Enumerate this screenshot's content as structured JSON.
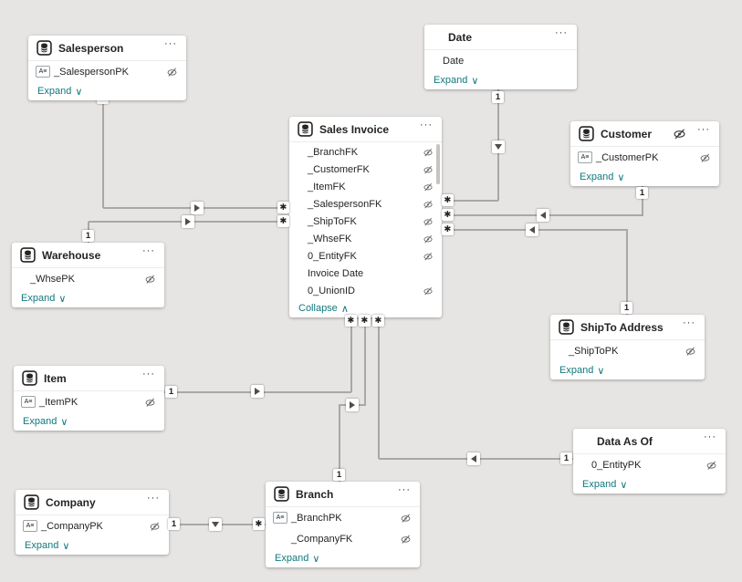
{
  "app": {
    "view": "Power BI model diagram"
  },
  "canvas": {
    "background": "#e7e5e3",
    "line_color": "#aaa7a4",
    "accent": "#11787d"
  },
  "markers": {
    "one": "1",
    "many": "✱"
  },
  "icons": {
    "ellipsis": "···",
    "text_field": "A≡"
  },
  "tables": [
    {
      "title": "Salesperson",
      "has_icon": true,
      "footer": "Expand",
      "chevron": "∨",
      "fields": [
        {
          "name": "_SalespersonPK",
          "key_icon": true,
          "hidden": true
        }
      ]
    },
    {
      "title": "Date",
      "has_icon": false,
      "footer": "Expand",
      "chevron": "∨",
      "fields": [
        {
          "name": "Date",
          "key_icon": false,
          "hidden": false
        }
      ]
    },
    {
      "title": "Sales Invoice",
      "has_icon": true,
      "footer": "Collapse",
      "chevron": "∧",
      "fields": [
        {
          "name": "_BranchFK",
          "key_icon": false,
          "hidden": true
        },
        {
          "name": "_CustomerFK",
          "key_icon": false,
          "hidden": true
        },
        {
          "name": "_ItemFK",
          "key_icon": false,
          "hidden": true
        },
        {
          "name": "_SalespersonFK",
          "key_icon": false,
          "hidden": true
        },
        {
          "name": "_ShipToFK",
          "key_icon": false,
          "hidden": true
        },
        {
          "name": "_WhseFK",
          "key_icon": false,
          "hidden": true
        },
        {
          "name": "0_EntityFK",
          "key_icon": false,
          "hidden": true
        },
        {
          "name": "Invoice Date",
          "key_icon": false,
          "hidden": false
        },
        {
          "name": "0_UnionID",
          "key_icon": false,
          "hidden": true
        }
      ]
    },
    {
      "title": "Customer",
      "has_icon": true,
      "header_hidden_eye": true,
      "footer": "Expand",
      "chevron": "∨",
      "fields": [
        {
          "name": "_CustomerPK",
          "key_icon": true,
          "hidden": true
        }
      ]
    },
    {
      "title": "Warehouse",
      "has_icon": true,
      "footer": "Expand",
      "chevron": "∨",
      "fields": [
        {
          "name": "_WhsePK",
          "key_icon": false,
          "hidden": true
        }
      ]
    },
    {
      "title": "ShipTo Address",
      "has_icon": true,
      "footer": "Expand",
      "chevron": "∨",
      "fields": [
        {
          "name": "_ShipToPK",
          "key_icon": false,
          "hidden": true
        }
      ]
    },
    {
      "title": "Item",
      "has_icon": true,
      "footer": "Expand",
      "chevron": "∨",
      "fields": [
        {
          "name": "_ItemPK",
          "key_icon": true,
          "hidden": true
        }
      ]
    },
    {
      "title": "Data As Of",
      "has_icon": false,
      "footer": "Expand",
      "chevron": "∨",
      "fields": [
        {
          "name": "0_EntityPK",
          "key_icon": false,
          "hidden": true
        }
      ]
    },
    {
      "title": "Company",
      "has_icon": true,
      "footer": "Expand",
      "chevron": "∨",
      "fields": [
        {
          "name": "_CompanyPK",
          "key_icon": true,
          "hidden": true
        }
      ]
    },
    {
      "title": "Branch",
      "has_icon": true,
      "footer": "Expand",
      "chevron": "∨",
      "fields": [
        {
          "name": "_BranchPK",
          "key_icon": true,
          "hidden": true
        },
        {
          "name": "_CompanyFK",
          "key_icon": false,
          "hidden": true
        }
      ]
    }
  ],
  "relationships": [
    {
      "from": "Salesperson",
      "from_cardinality": "1",
      "to": "Sales Invoice",
      "to_cardinality": "*",
      "filter_direction": "right"
    },
    {
      "from": "Warehouse",
      "from_cardinality": "1",
      "to": "Sales Invoice",
      "to_cardinality": "*",
      "filter_direction": "right"
    },
    {
      "from": "Date",
      "from_cardinality": "1",
      "to": "Sales Invoice",
      "to_cardinality": "*",
      "filter_direction": "down"
    },
    {
      "from": "Customer",
      "from_cardinality": "1",
      "to": "Sales Invoice",
      "to_cardinality": "*",
      "filter_direction": "left"
    },
    {
      "from": "ShipTo Address",
      "from_cardinality": "1",
      "to": "Sales Invoice",
      "to_cardinality": "*",
      "filter_direction": "left"
    },
    {
      "from": "Item",
      "from_cardinality": "1",
      "to": "Sales Invoice",
      "to_cardinality": "*",
      "filter_direction": "right"
    },
    {
      "from": "Branch",
      "from_cardinality": "1",
      "to": "Sales Invoice",
      "to_cardinality": "*",
      "filter_direction": "right"
    },
    {
      "from": "Data As Of",
      "from_cardinality": "1",
      "to": "Sales Invoice",
      "to_cardinality": "*",
      "filter_direction": "left"
    },
    {
      "from": "Company",
      "from_cardinality": "1",
      "to": "Branch",
      "to_cardinality": "*",
      "filter_direction": "down"
    }
  ]
}
